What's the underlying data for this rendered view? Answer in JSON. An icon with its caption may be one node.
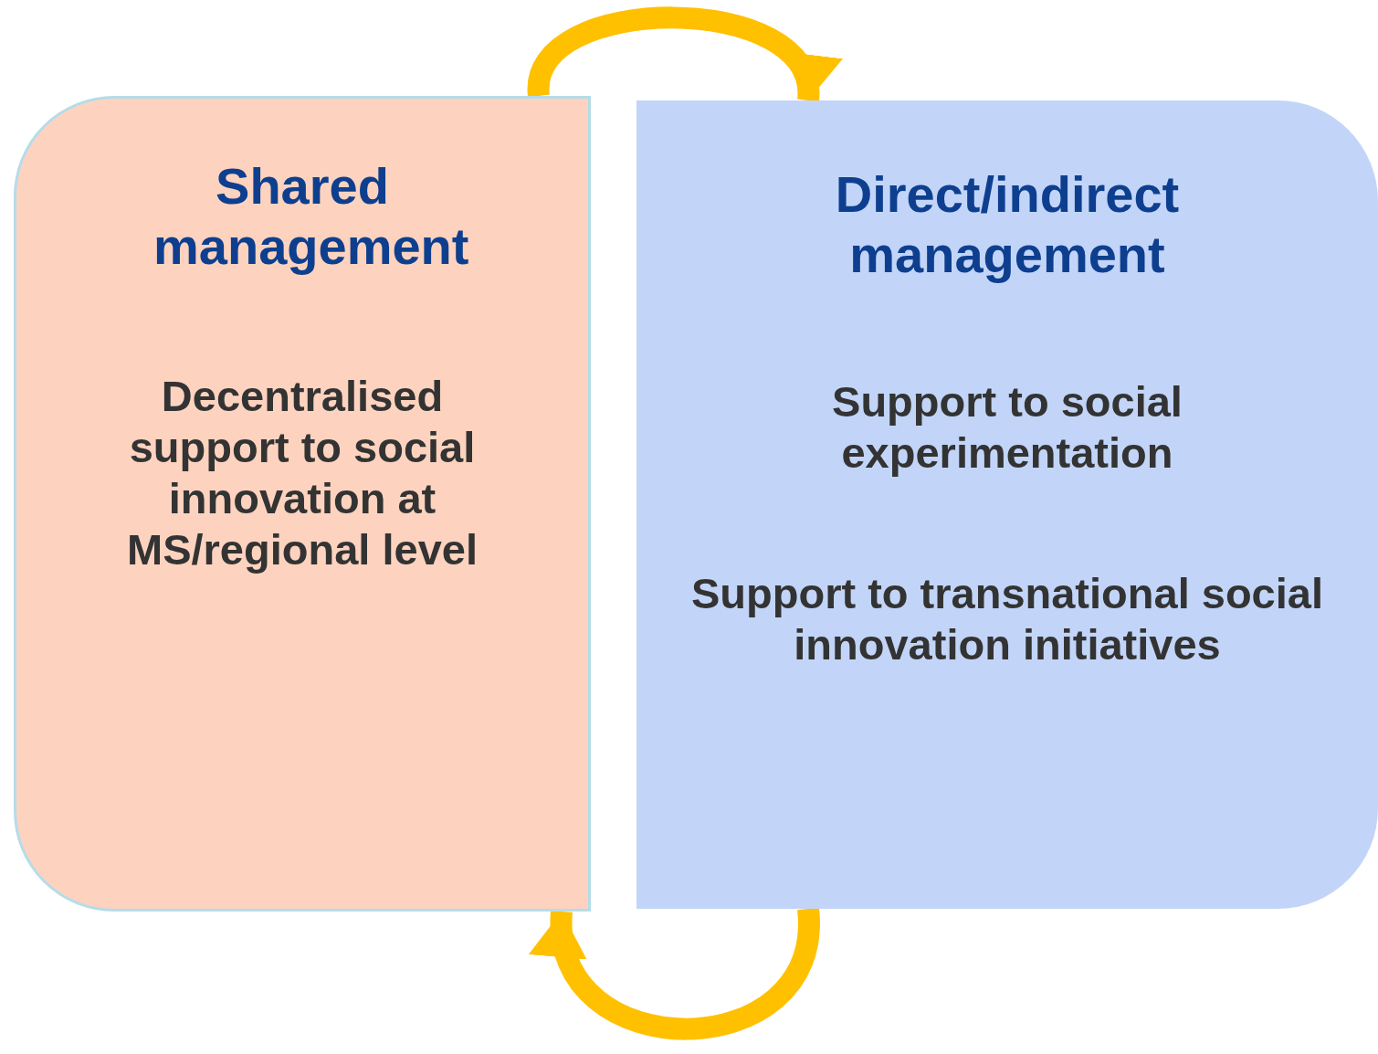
{
  "diagram": {
    "nodes": [
      {
        "text": [
          "Shared management",
          "Decentralised support to social innovation at MS/regional level"
        ]
      },
      {
        "text": [
          "Direct/indirect management",
          "Support to social experimentation",
          "Support to transnational social innovation initiatives"
        ]
      }
    ],
    "edges": [
      {
        "from": 0,
        "to": 1,
        "arrow": "to"
      },
      {
        "from": 1,
        "to": 0,
        "arrow": "to"
      }
    ]
  }
}
